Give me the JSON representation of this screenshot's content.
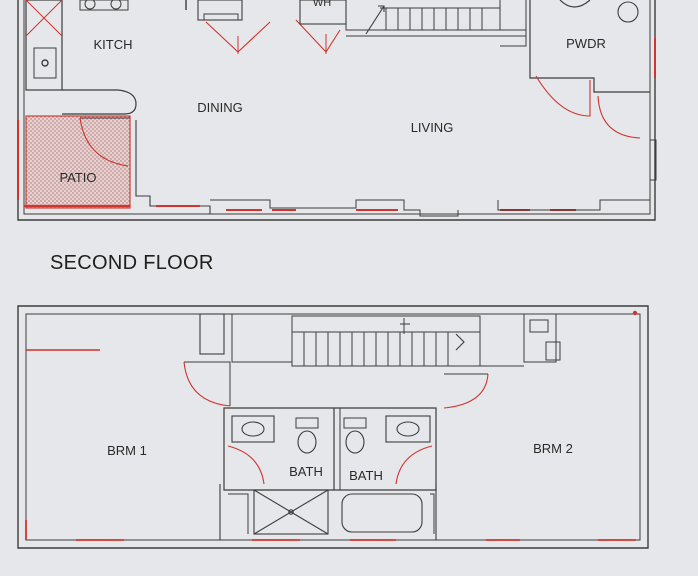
{
  "floors": {
    "first": {
      "rooms": {
        "kitchen": "KITCH",
        "dining": "DINING",
        "living": "LIVING",
        "powder": "PWDR",
        "patio": "PATIO",
        "water_heater": "WH"
      }
    },
    "second": {
      "heading": "SECOND FLOOR",
      "rooms": {
        "bedroom_1": "BRM 1",
        "bedroom_2": "BRM 2",
        "bath_left": "BATH",
        "bath_right": "BATH"
      }
    }
  },
  "colors": {
    "wall": "#3d3d3d",
    "accent": "#d0342c",
    "paper": "#e6e7ea",
    "hatch": "#b56a6a"
  }
}
